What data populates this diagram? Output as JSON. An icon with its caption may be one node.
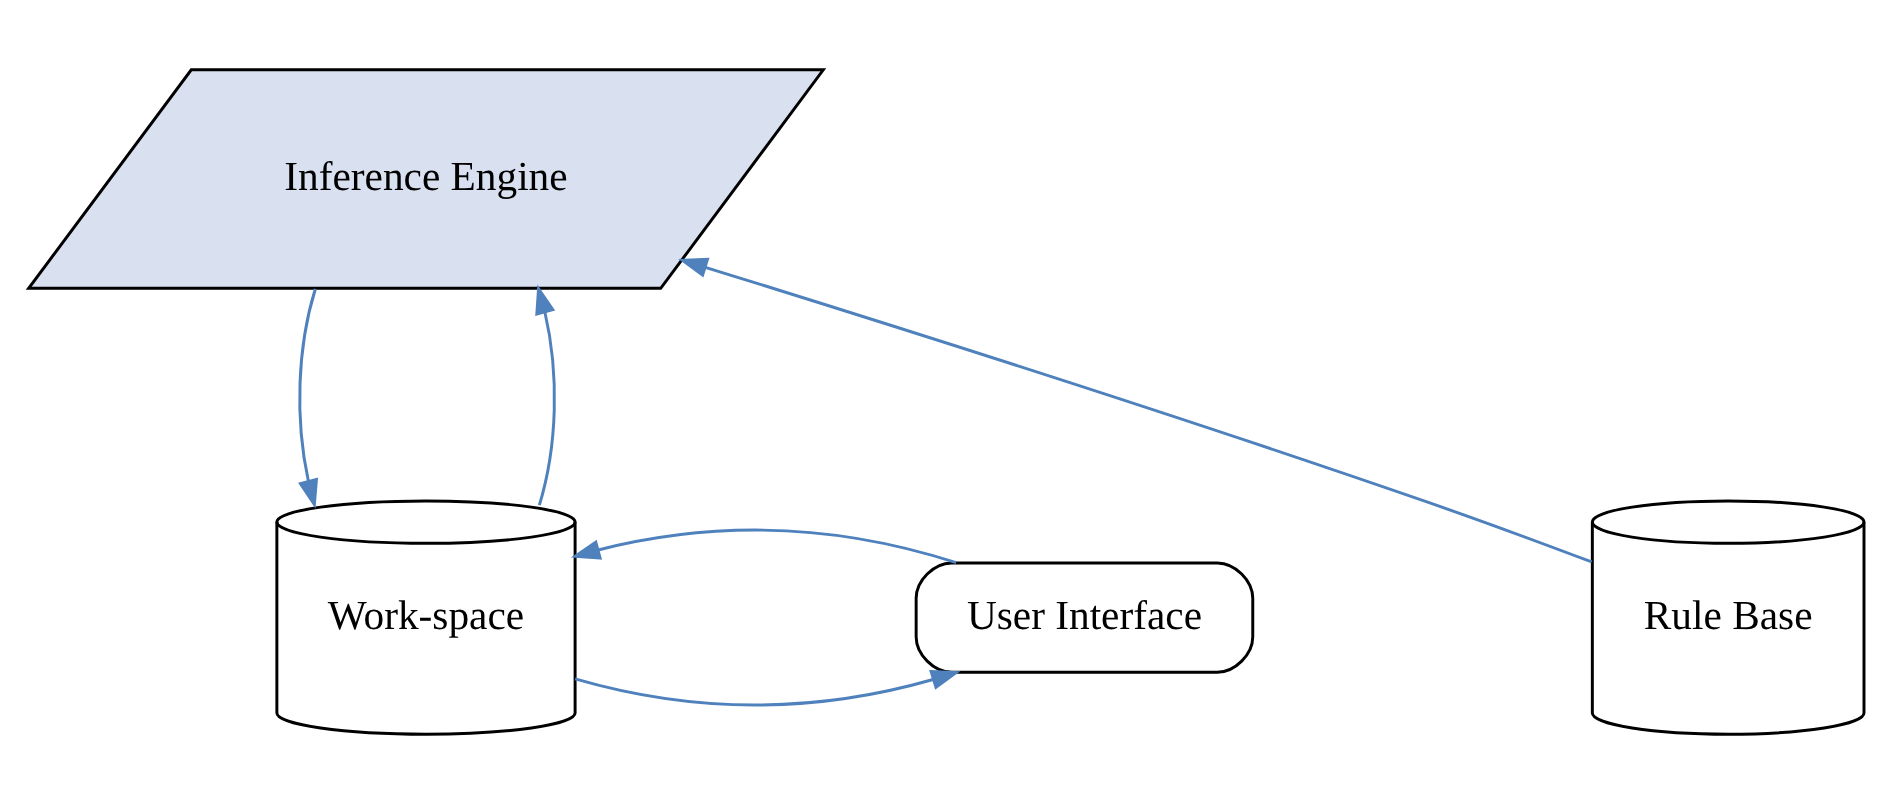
{
  "diagram": {
    "nodes": [
      {
        "text": [
          "Inference Engine"
        ]
      },
      {
        "text": [
          "Rule Base"
        ]
      },
      {
        "text": [
          "Work-space"
        ]
      },
      {
        "text": [
          "User Interface"
        ]
      }
    ],
    "edges": [
      {
        "from": 1,
        "to": 0,
        "arrow": "to"
      },
      {
        "from": 0,
        "to": 2,
        "arrow": "to"
      },
      {
        "from": 2,
        "to": 0,
        "arrow": "to"
      },
      {
        "from": 2,
        "to": 3,
        "arrow": "to"
      },
      {
        "from": 3,
        "to": 2,
        "arrow": "to"
      }
    ]
  }
}
